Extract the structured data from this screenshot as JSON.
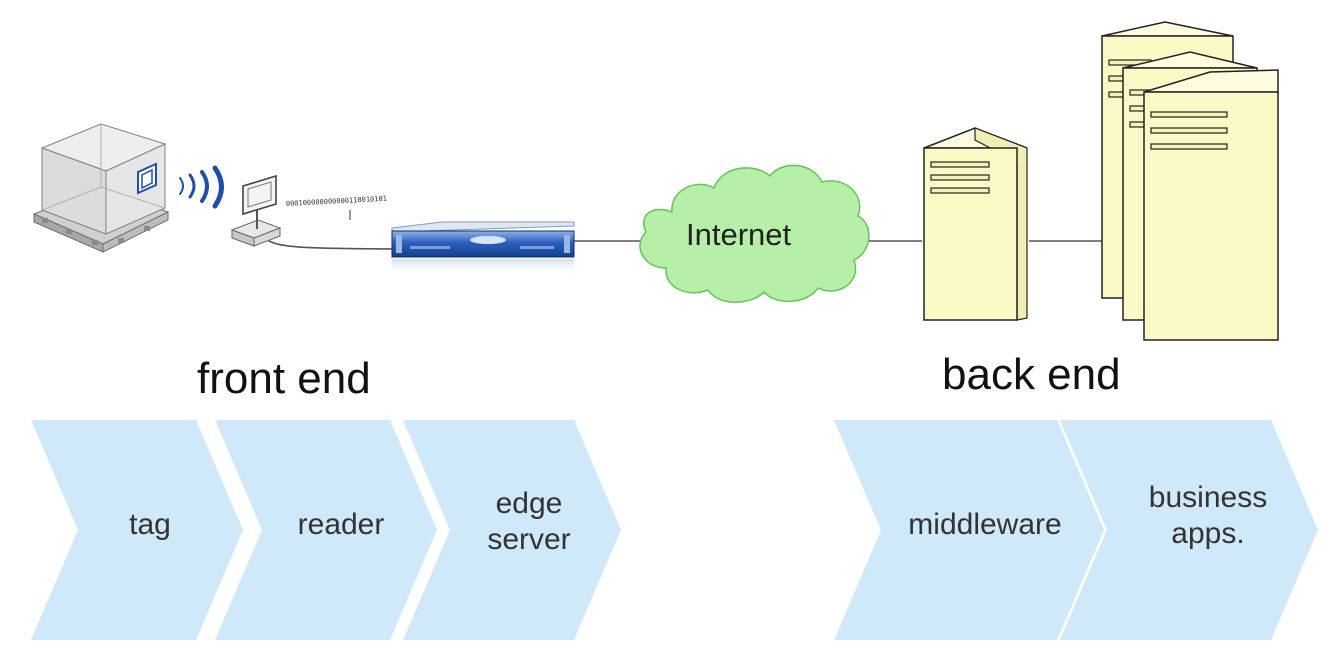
{
  "diagram": {
    "sections": {
      "front_end": "front end",
      "back_end": "back end"
    },
    "cloud_label": "Internet",
    "signal_bits": "000100000000000110010101",
    "stages": [
      {
        "label": "tag"
      },
      {
        "label": "reader"
      },
      {
        "label": "edge\nserver"
      },
      {
        "label": "middleware"
      },
      {
        "label": "business\napps."
      }
    ],
    "colors": {
      "chevron_fill": "#cfe8fa",
      "cloud_fill": "#b6f0a8",
      "server_fill": "#fbfac6",
      "wave_blue": "#1f4fa8"
    },
    "icons": [
      "pallet-box-icon",
      "rfid-signal-icon",
      "rfid-reader-icon",
      "rack-server-icon",
      "internet-cloud-icon",
      "tower-server-icon"
    ]
  }
}
